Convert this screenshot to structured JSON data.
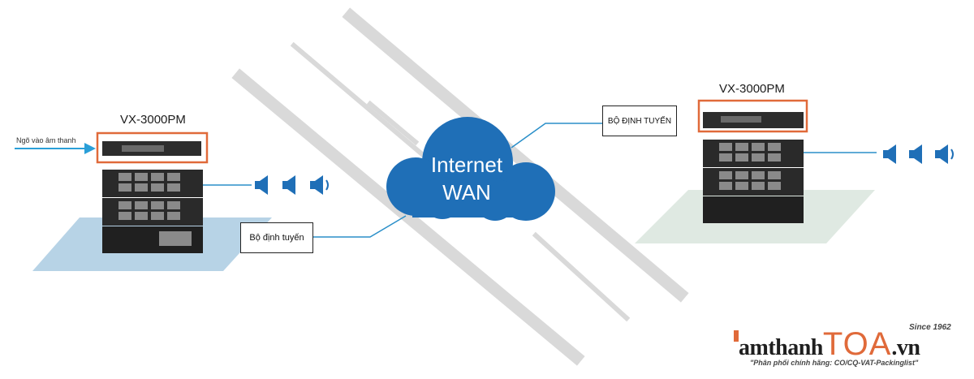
{
  "left_site": {
    "model_label": "VX-3000PM",
    "input_label": "Ngõ vào âm thanh",
    "router_label": "Bộ định tuyến"
  },
  "right_site": {
    "model_label": "VX-3000PM",
    "router_label": "BỘ ĐỊNH TUYẾN"
  },
  "cloud": {
    "line1": "Internet",
    "line2": "WAN"
  },
  "logo": {
    "prefix": "amthanh",
    "brand": "TOA",
    "suffix": ".vn",
    "since": "Since 1962",
    "tagline": "\"Phân phối chính hãng: CO/CQ-VAT-Packinglist\""
  },
  "colors": {
    "accent_orange": "#e06a3a",
    "cloud_blue": "#1f6fb7",
    "speaker_blue": "#1f6fb7",
    "platform_left": "#b7d3e6",
    "platform_right": "#dfe9e2",
    "wan_stripes": "#d9d9d9"
  }
}
